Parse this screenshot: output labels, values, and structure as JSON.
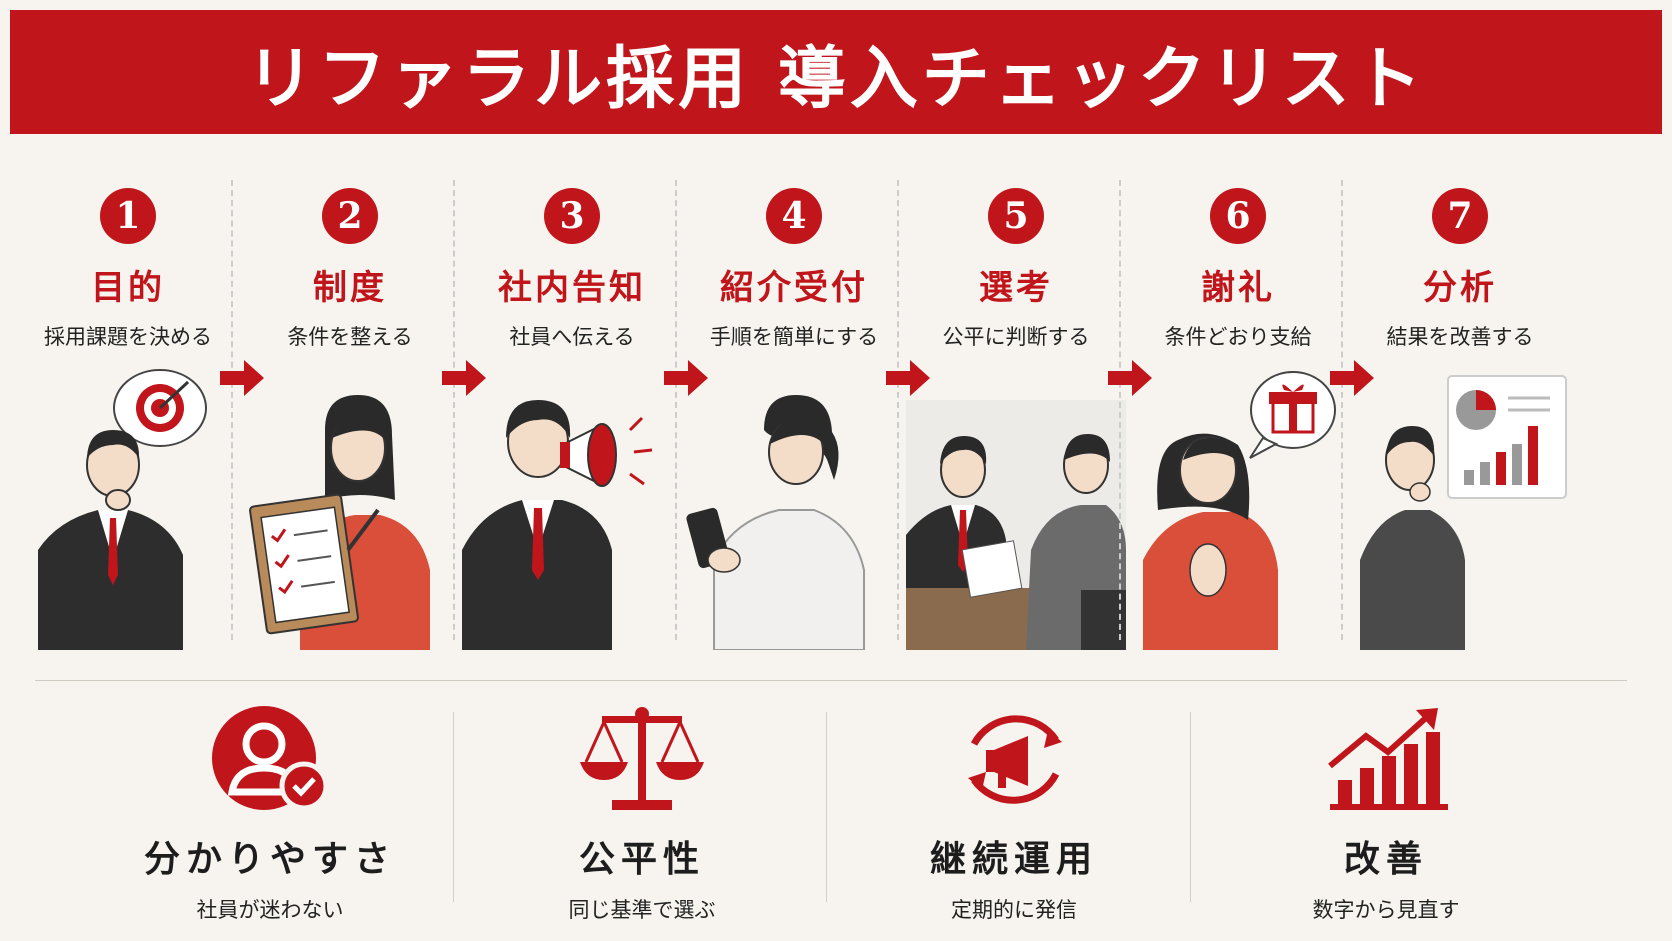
{
  "title": "リファラル採用 導入チェックリスト",
  "colors": {
    "accent": "#c0161b",
    "background": "#f7f4ef"
  },
  "steps": [
    {
      "num": "1",
      "title": "目的",
      "sub": "採用課題を決める",
      "icon": "target-thought-icon"
    },
    {
      "num": "2",
      "title": "制度",
      "sub": "条件を整える",
      "icon": "clipboard-checklist-icon"
    },
    {
      "num": "3",
      "title": "社内告知",
      "sub": "社員へ伝える",
      "icon": "megaphone-icon"
    },
    {
      "num": "4",
      "title": "紹介受付",
      "sub": "手順を簡単にする",
      "icon": "smartphone-icon"
    },
    {
      "num": "5",
      "title": "選考",
      "sub": "公平に判断する",
      "icon": "interview-icon"
    },
    {
      "num": "6",
      "title": "謝礼",
      "sub": "条件どおり支給",
      "icon": "gift-icon"
    },
    {
      "num": "7",
      "title": "分析",
      "sub": "結果を改善する",
      "icon": "chart-analysis-icon"
    }
  ],
  "features": [
    {
      "title": "分かりやすさ",
      "sub": "社員が迷わない",
      "icon": "user-check-icon"
    },
    {
      "title": "公平性",
      "sub": "同じ基準で選ぶ",
      "icon": "scale-icon"
    },
    {
      "title": "継続運用",
      "sub": "定期的に発信",
      "icon": "megaphone-cycle-icon"
    },
    {
      "title": "改善",
      "sub": "数字から見直す",
      "icon": "growth-chart-icon"
    }
  ]
}
